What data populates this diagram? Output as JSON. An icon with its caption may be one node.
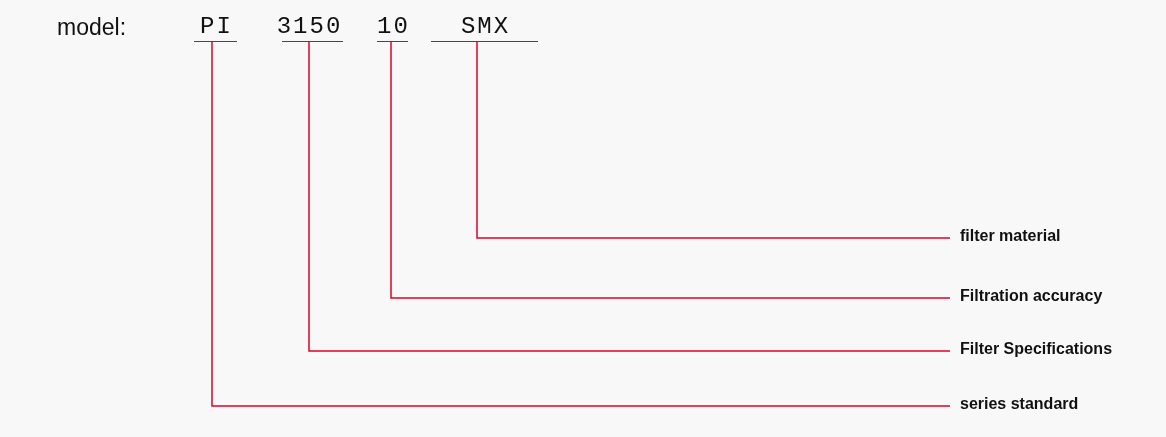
{
  "diagram": {
    "nodes": [
      {
        "text": [
          "PI"
        ]
      },
      {
        "text": [
          "3150"
        ]
      },
      {
        "text": [
          "10"
        ]
      },
      {
        "text": [
          "SMX"
        ]
      },
      {
        "text": [
          "filter material"
        ]
      },
      {
        "text": [
          "Filtration accuracy"
        ]
      },
      {
        "text": [
          "Filter Specifications"
        ]
      },
      {
        "text": [
          "series standard"
        ]
      }
    ],
    "edges": [
      {
        "from": 0,
        "to": 7,
        "arrow": "none"
      },
      {
        "from": 1,
        "to": 6,
        "arrow": "none"
      },
      {
        "from": 2,
        "to": 5,
        "arrow": "none"
      },
      {
        "from": 3,
        "to": 4,
        "arrow": "none"
      }
    ],
    "labels": [
      "model:"
    ]
  }
}
